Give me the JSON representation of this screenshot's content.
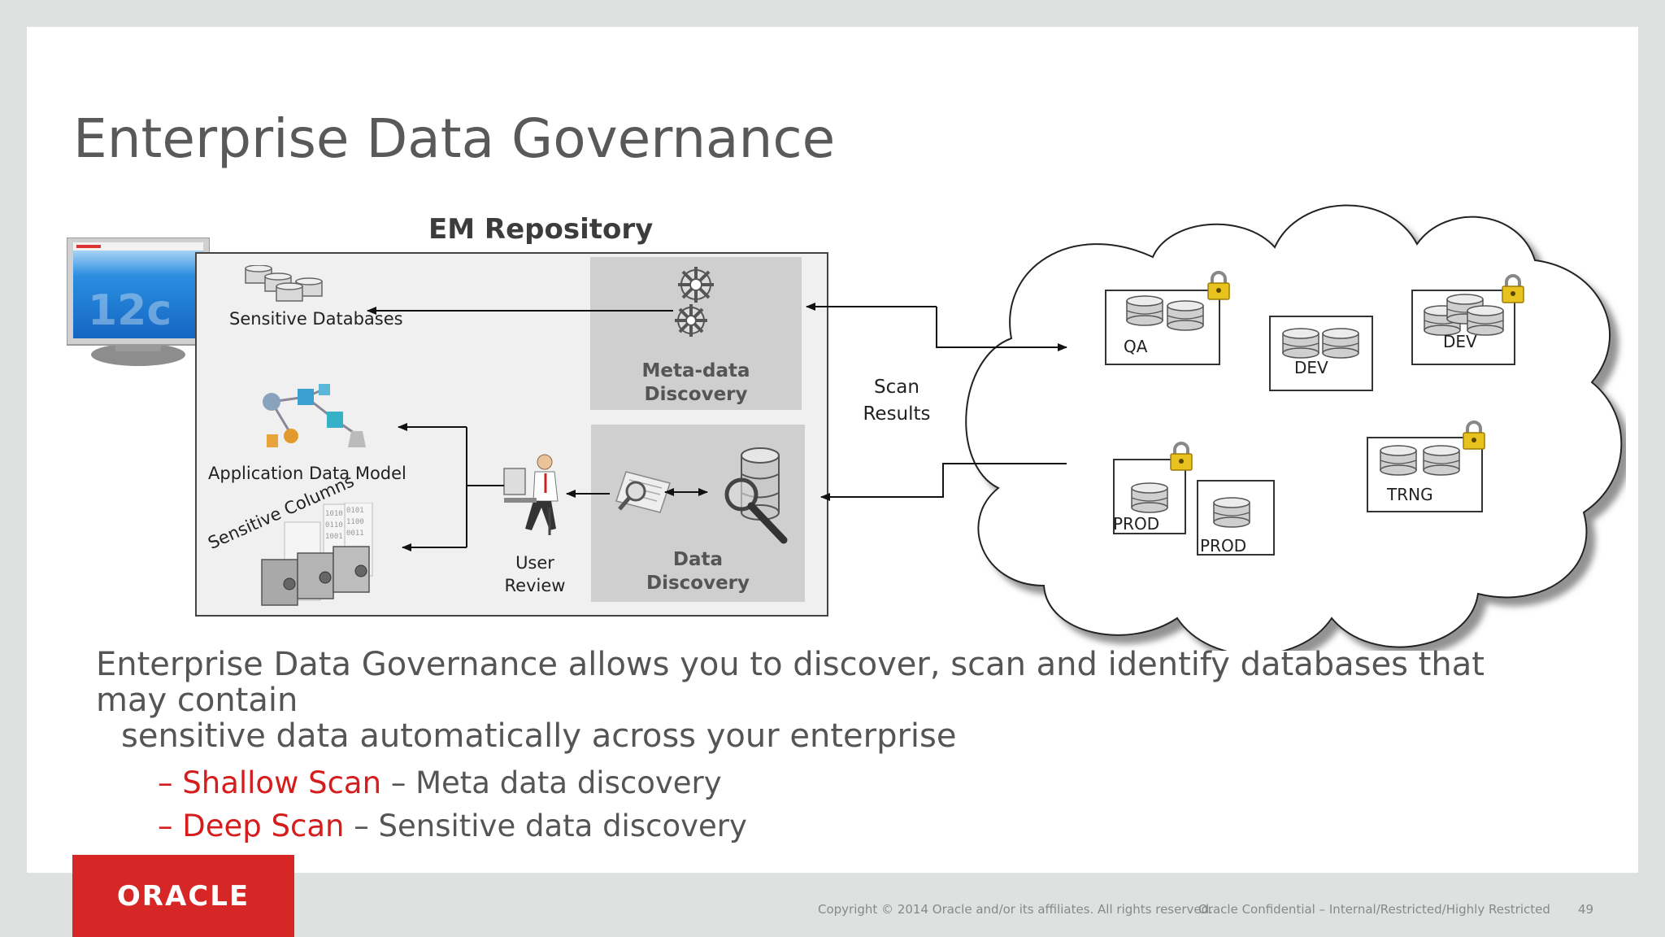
{
  "slide": {
    "title": "Enterprise Data Governance",
    "page_number": "49"
  },
  "diagram": {
    "repository_title": "EM Repository",
    "sensitive_databases": "Sensitive Databases",
    "application_data_model": "Application Data Model",
    "sensitive_columns": "Sensitive Columns",
    "metadata_discovery": [
      "Meta-data",
      "Discovery"
    ],
    "data_discovery": [
      "Data",
      "Discovery"
    ],
    "user_review": [
      "User",
      "Review"
    ],
    "scan_results": [
      "Scan",
      "Results"
    ],
    "monitor_badge": "12c",
    "databases": [
      {
        "name": "QA",
        "locked": true
      },
      {
        "name": "DEV",
        "locked": false
      },
      {
        "name": "DEV",
        "locked": true
      },
      {
        "name": "PROD",
        "locked": true
      },
      {
        "name": "PROD",
        "locked": false
      },
      {
        "name": "TRNG",
        "locked": true
      }
    ]
  },
  "body": {
    "intro_line1": "Enterprise Data Governance allows you to discover, scan and identify databases that may contain",
    "intro_line2": "sensitive data automatically across your enterprise",
    "items": [
      {
        "dash": "–",
        "term": "Shallow Scan",
        "desc": " – Meta data discovery"
      },
      {
        "dash": "–",
        "term": "Deep Scan",
        "desc": " – Sensitive data discovery"
      }
    ]
  },
  "footer": {
    "copyright": "Copyright © 2014 Oracle and/or its affiliates. All rights reserved.",
    "confidential": "Oracle Confidential – Internal/Restricted/Highly Restricted",
    "logo": "ORACLE"
  },
  "colors": {
    "accent_red": "#d51d1d",
    "oracle_red": "#d72626",
    "title_gray": "#595959"
  }
}
